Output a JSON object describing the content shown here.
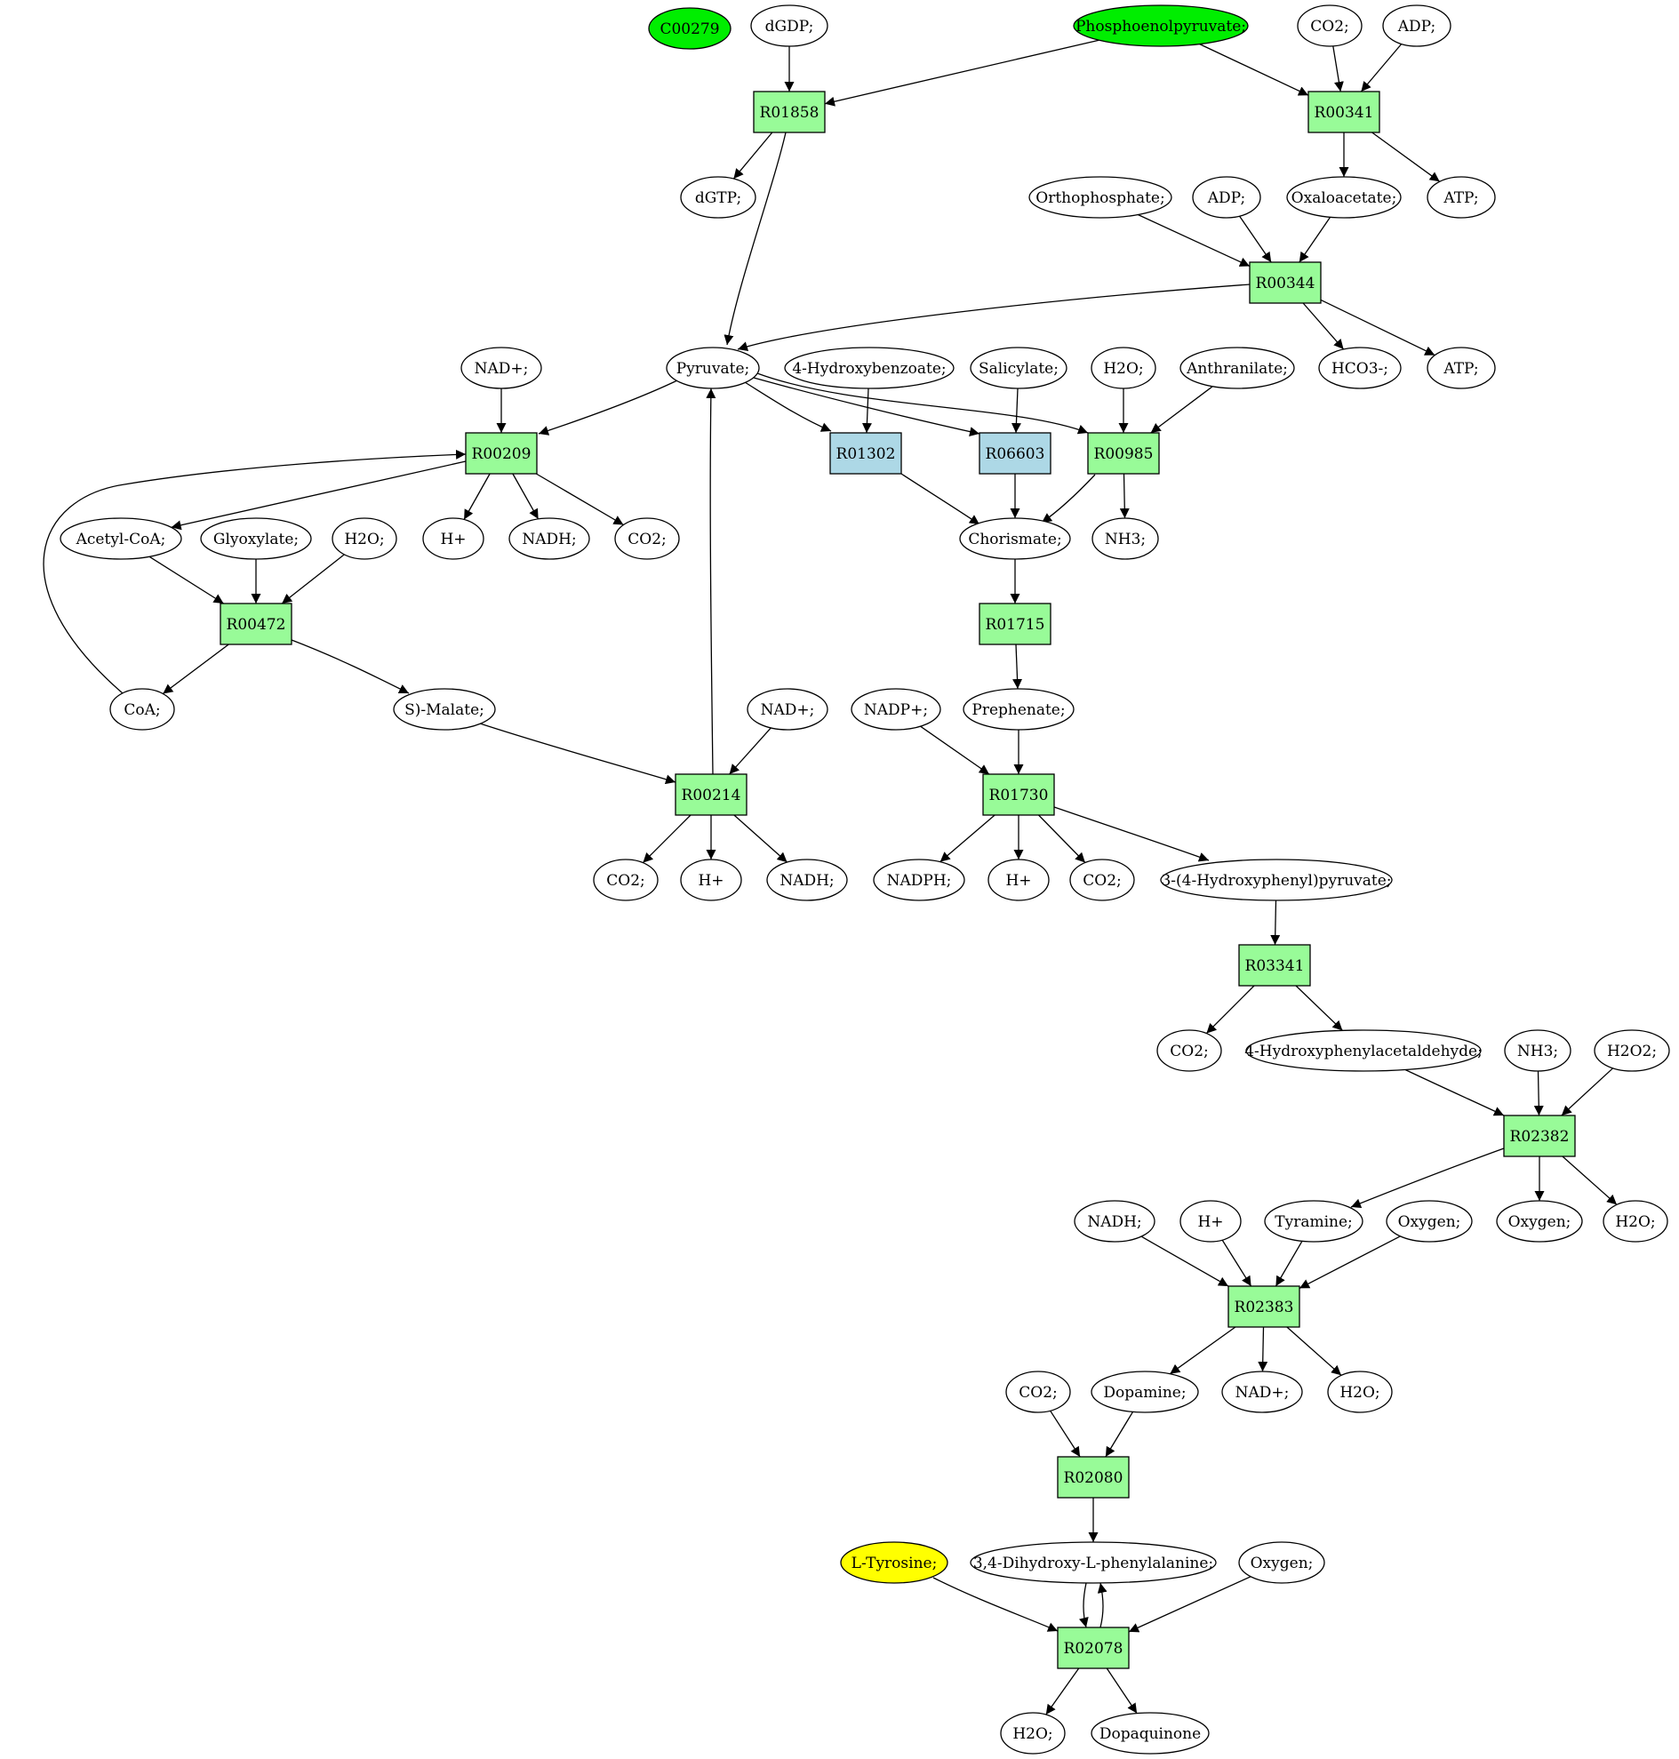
{
  "colors": {
    "reaction": "#98fb98",
    "reaction_alt": "#add8e6",
    "source_compound": "#00ee00",
    "target_compound": "#ffff00",
    "compound": "#ffffff",
    "stroke": "#000000"
  },
  "nodes": [
    {
      "id": "c00279",
      "label": "C00279",
      "kind": "compound",
      "color": "#00ee00"
    },
    {
      "id": "dgdp",
      "label": "dGDP;",
      "kind": "compound"
    },
    {
      "id": "pep",
      "label": "Phosphoenolpyruvate;",
      "kind": "compound",
      "color": "#00ee00"
    },
    {
      "id": "co2_1",
      "label": "CO2;",
      "kind": "compound"
    },
    {
      "id": "adp_1",
      "label": "ADP;",
      "kind": "compound"
    },
    {
      "id": "r01858",
      "label": "R01858",
      "kind": "reaction"
    },
    {
      "id": "r00341",
      "label": "R00341",
      "kind": "reaction"
    },
    {
      "id": "dgtp",
      "label": "dGTP;",
      "kind": "compound"
    },
    {
      "id": "orthophosphate",
      "label": "Orthophosphate;",
      "kind": "compound"
    },
    {
      "id": "adp_2",
      "label": "ADP;",
      "kind": "compound"
    },
    {
      "id": "oxaloacetate",
      "label": "Oxaloacetate;",
      "kind": "compound"
    },
    {
      "id": "atp_1",
      "label": "ATP;",
      "kind": "compound"
    },
    {
      "id": "r00344",
      "label": "R00344",
      "kind": "reaction"
    },
    {
      "id": "nad_1",
      "label": "NAD+;",
      "kind": "compound"
    },
    {
      "id": "pyruvate",
      "label": "Pyruvate;",
      "kind": "compound"
    },
    {
      "id": "hydroxybenzoate",
      "label": "4-Hydroxybenzoate;",
      "kind": "compound"
    },
    {
      "id": "salicylate",
      "label": "Salicylate;",
      "kind": "compound"
    },
    {
      "id": "h2o_1",
      "label": "H2O;",
      "kind": "compound"
    },
    {
      "id": "anthranilate",
      "label": "Anthranilate;",
      "kind": "compound"
    },
    {
      "id": "hco3",
      "label": "HCO3-;",
      "kind": "compound"
    },
    {
      "id": "atp_2",
      "label": "ATP;",
      "kind": "compound"
    },
    {
      "id": "r00209",
      "label": "R00209",
      "kind": "reaction"
    },
    {
      "id": "r01302",
      "label": "R01302",
      "kind": "reaction",
      "color": "#add8e6"
    },
    {
      "id": "r06603",
      "label": "R06603",
      "kind": "reaction",
      "color": "#add8e6"
    },
    {
      "id": "r00985",
      "label": "R00985",
      "kind": "reaction"
    },
    {
      "id": "acetylcoa",
      "label": "Acetyl-CoA;",
      "kind": "compound"
    },
    {
      "id": "glyoxylate",
      "label": "Glyoxylate;",
      "kind": "compound"
    },
    {
      "id": "h2o_2",
      "label": "H2O;",
      "kind": "compound"
    },
    {
      "id": "hplus_1",
      "label": "H+",
      "kind": "compound"
    },
    {
      "id": "nadh_1",
      "label": "NADH;",
      "kind": "compound"
    },
    {
      "id": "co2_2",
      "label": "CO2;",
      "kind": "compound"
    },
    {
      "id": "chorismate",
      "label": "Chorismate;",
      "kind": "compound"
    },
    {
      "id": "nh3_1",
      "label": "NH3;",
      "kind": "compound"
    },
    {
      "id": "r00472",
      "label": "R00472",
      "kind": "reaction"
    },
    {
      "id": "r01715",
      "label": "R01715",
      "kind": "reaction"
    },
    {
      "id": "coa",
      "label": "CoA;",
      "kind": "compound"
    },
    {
      "id": "smalate",
      "label": "S)-Malate;",
      "kind": "compound"
    },
    {
      "id": "nad_2",
      "label": "NAD+;",
      "kind": "compound"
    },
    {
      "id": "nadp",
      "label": "NADP+;",
      "kind": "compound"
    },
    {
      "id": "prephenate",
      "label": "Prephenate;",
      "kind": "compound"
    },
    {
      "id": "r00214",
      "label": "R00214",
      "kind": "reaction"
    },
    {
      "id": "r01730",
      "label": "R01730",
      "kind": "reaction"
    },
    {
      "id": "co2_3",
      "label": "CO2;",
      "kind": "compound"
    },
    {
      "id": "hplus_2",
      "label": "H+",
      "kind": "compound"
    },
    {
      "id": "nadh_2",
      "label": "NADH;",
      "kind": "compound"
    },
    {
      "id": "nadph",
      "label": "NADPH;",
      "kind": "compound"
    },
    {
      "id": "hplus_3",
      "label": "H+",
      "kind": "compound"
    },
    {
      "id": "co2_4",
      "label": "CO2;",
      "kind": "compound"
    },
    {
      "id": "hpp",
      "label": "3-(4-Hydroxyphenyl)pyruvate;",
      "kind": "compound"
    },
    {
      "id": "r03341",
      "label": "R03341",
      "kind": "reaction"
    },
    {
      "id": "co2_5",
      "label": "CO2;",
      "kind": "compound"
    },
    {
      "id": "hpa",
      "label": "4-Hydroxyphenylacetaldehyde;",
      "kind": "compound"
    },
    {
      "id": "nh3_2",
      "label": "NH3;",
      "kind": "compound"
    },
    {
      "id": "h2o2",
      "label": "H2O2;",
      "kind": "compound"
    },
    {
      "id": "r02382",
      "label": "R02382",
      "kind": "reaction"
    },
    {
      "id": "nadh_3",
      "label": "NADH;",
      "kind": "compound"
    },
    {
      "id": "hplus_4",
      "label": "H+",
      "kind": "compound"
    },
    {
      "id": "tyramine",
      "label": "Tyramine;",
      "kind": "compound"
    },
    {
      "id": "oxygen_1",
      "label": "Oxygen;",
      "kind": "compound"
    },
    {
      "id": "oxygen_2",
      "label": "Oxygen;",
      "kind": "compound"
    },
    {
      "id": "h2o_3",
      "label": "H2O;",
      "kind": "compound"
    },
    {
      "id": "r02383",
      "label": "R02383",
      "kind": "reaction"
    },
    {
      "id": "co2_6",
      "label": "CO2;",
      "kind": "compound"
    },
    {
      "id": "dopamine",
      "label": "Dopamine;",
      "kind": "compound"
    },
    {
      "id": "nad_3",
      "label": "NAD+;",
      "kind": "compound"
    },
    {
      "id": "h2o_4",
      "label": "H2O;",
      "kind": "compound"
    },
    {
      "id": "r02080",
      "label": "R02080",
      "kind": "reaction"
    },
    {
      "id": "ltyrosine",
      "label": "L-Tyrosine;",
      "kind": "compound",
      "color": "#ffff00"
    },
    {
      "id": "dopa",
      "label": "3,4-Dihydroxy-L-phenylalanine;",
      "kind": "compound"
    },
    {
      "id": "oxygen_3",
      "label": "Oxygen;",
      "kind": "compound"
    },
    {
      "id": "r02078",
      "label": "R02078",
      "kind": "reaction"
    },
    {
      "id": "h2o_5",
      "label": "H2O;",
      "kind": "compound"
    },
    {
      "id": "dopaquinone",
      "label": "Dopaquinone",
      "kind": "compound"
    }
  ],
  "edges": [
    {
      "from": "dgdp",
      "to": "r01858"
    },
    {
      "from": "pep",
      "to": "r01858"
    },
    {
      "from": "pep",
      "to": "r00341"
    },
    {
      "from": "co2_1",
      "to": "r00341"
    },
    {
      "from": "adp_1",
      "to": "r00341"
    },
    {
      "from": "r01858",
      "to": "dgtp"
    },
    {
      "from": "r01858",
      "to": "pyruvate"
    },
    {
      "from": "r00341",
      "to": "oxaloacetate"
    },
    {
      "from": "r00341",
      "to": "atp_1"
    },
    {
      "from": "orthophosphate",
      "to": "r00344"
    },
    {
      "from": "adp_2",
      "to": "r00344"
    },
    {
      "from": "oxaloacetate",
      "to": "r00344"
    },
    {
      "from": "r00344",
      "to": "pyruvate"
    },
    {
      "from": "r00344",
      "to": "hco3"
    },
    {
      "from": "r00344",
      "to": "atp_2"
    },
    {
      "from": "nad_1",
      "to": "r00209"
    },
    {
      "from": "pyruvate",
      "to": "r00209"
    },
    {
      "from": "pyruvate",
      "to": "r01302"
    },
    {
      "from": "pyruvate",
      "to": "r06603"
    },
    {
      "from": "pyruvate",
      "to": "r00985"
    },
    {
      "from": "hydroxybenzoate",
      "to": "r01302"
    },
    {
      "from": "salicylate",
      "to": "r06603"
    },
    {
      "from": "h2o_1",
      "to": "r00985"
    },
    {
      "from": "anthranilate",
      "to": "r00985"
    },
    {
      "from": "r00209",
      "to": "acetylcoa"
    },
    {
      "from": "r00209",
      "to": "hplus_1"
    },
    {
      "from": "r00209",
      "to": "nadh_1"
    },
    {
      "from": "r00209",
      "to": "co2_2"
    },
    {
      "from": "coa",
      "to": "r00209"
    },
    {
      "from": "r01302",
      "to": "chorismate"
    },
    {
      "from": "r06603",
      "to": "chorismate"
    },
    {
      "from": "r00985",
      "to": "chorismate"
    },
    {
      "from": "r00985",
      "to": "nh3_1"
    },
    {
      "from": "acetylcoa",
      "to": "r00472"
    },
    {
      "from": "glyoxylate",
      "to": "r00472"
    },
    {
      "from": "h2o_2",
      "to": "r00472"
    },
    {
      "from": "r00472",
      "to": "coa"
    },
    {
      "from": "r00472",
      "to": "smalate"
    },
    {
      "from": "chorismate",
      "to": "r01715"
    },
    {
      "from": "r01715",
      "to": "prephenate"
    },
    {
      "from": "smalate",
      "to": "r00214"
    },
    {
      "from": "nad_2",
      "to": "r00214"
    },
    {
      "from": "r00214",
      "to": "pyruvate"
    },
    {
      "from": "r00214",
      "to": "co2_3"
    },
    {
      "from": "r00214",
      "to": "hplus_2"
    },
    {
      "from": "r00214",
      "to": "nadh_2"
    },
    {
      "from": "nadp",
      "to": "r01730"
    },
    {
      "from": "prephenate",
      "to": "r01730"
    },
    {
      "from": "r01730",
      "to": "nadph"
    },
    {
      "from": "r01730",
      "to": "hplus_3"
    },
    {
      "from": "r01730",
      "to": "co2_4"
    },
    {
      "from": "r01730",
      "to": "hpp"
    },
    {
      "from": "hpp",
      "to": "r03341"
    },
    {
      "from": "r03341",
      "to": "co2_5"
    },
    {
      "from": "r03341",
      "to": "hpa"
    },
    {
      "from": "hpa",
      "to": "r02382"
    },
    {
      "from": "nh3_2",
      "to": "r02382"
    },
    {
      "from": "h2o2",
      "to": "r02382"
    },
    {
      "from": "r02382",
      "to": "tyramine"
    },
    {
      "from": "r02382",
      "to": "oxygen_2"
    },
    {
      "from": "r02382",
      "to": "h2o_3"
    },
    {
      "from": "nadh_3",
      "to": "r02383"
    },
    {
      "from": "hplus_4",
      "to": "r02383"
    },
    {
      "from": "tyramine",
      "to": "r02383"
    },
    {
      "from": "oxygen_1",
      "to": "r02383"
    },
    {
      "from": "r02383",
      "to": "dopamine"
    },
    {
      "from": "r02383",
      "to": "nad_3"
    },
    {
      "from": "r02383",
      "to": "h2o_4"
    },
    {
      "from": "co2_6",
      "to": "r02080"
    },
    {
      "from": "dopamine",
      "to": "r02080"
    },
    {
      "from": "r02080",
      "to": "dopa"
    },
    {
      "from": "ltyrosine",
      "to": "r02078"
    },
    {
      "from": "dopa",
      "to": "r02078"
    },
    {
      "from": "r02078",
      "to": "dopa"
    },
    {
      "from": "oxygen_3",
      "to": "r02078"
    },
    {
      "from": "r02078",
      "to": "h2o_5"
    },
    {
      "from": "r02078",
      "to": "dopaquinone"
    }
  ]
}
